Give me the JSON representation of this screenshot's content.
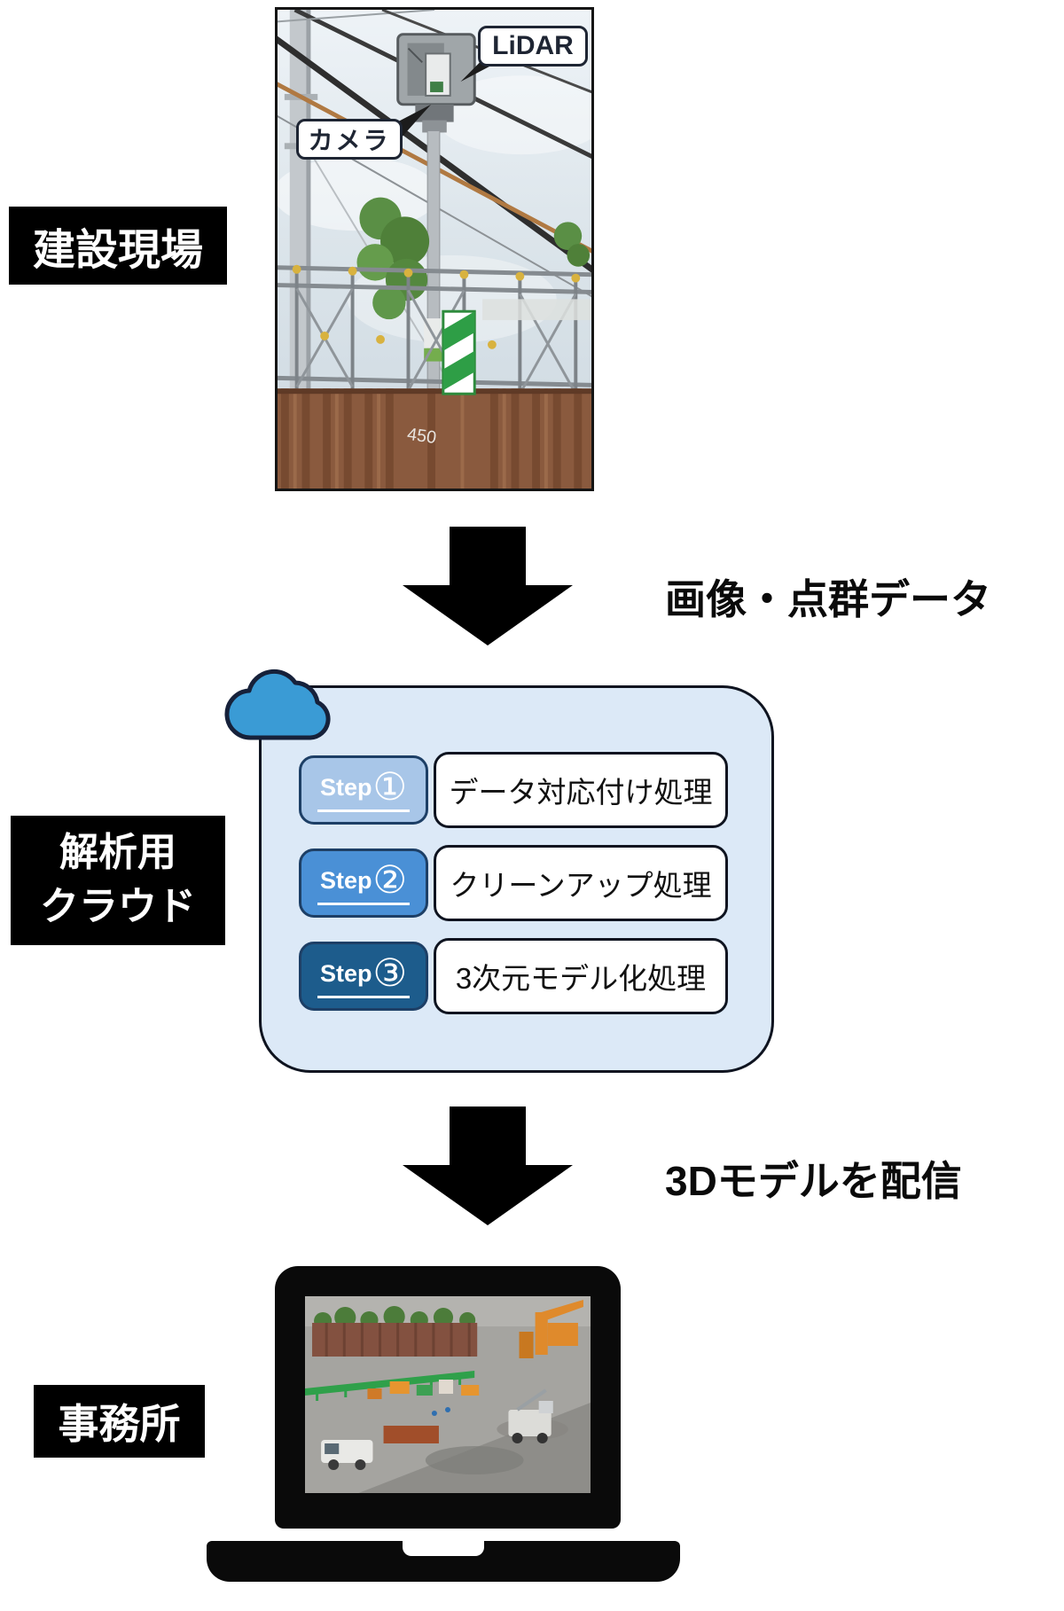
{
  "photo": {
    "lidar_callout": "LiDAR",
    "camera_callout": "カメラ",
    "wall_marking": "450"
  },
  "stage_labels": {
    "construction_site": "建設現場",
    "analysis_cloud": [
      "解析用",
      "クラウド"
    ],
    "office": "事務所"
  },
  "flow_labels": {
    "image_pointcloud": "画像・点群データ",
    "deliver_3d_model": "3Dモデルを配信"
  },
  "cloud_box": {
    "steps": [
      {
        "word": "Step",
        "num": "①",
        "label": "データ対応付け処理",
        "color": "#a8c6e8"
      },
      {
        "word": "Step",
        "num": "②",
        "label": "クリーンアップ処理",
        "color": "#4a90d6"
      },
      {
        "word": "Step",
        "num": "③",
        "label": "3次元モデル化処理",
        "color": "#1d5c8c"
      }
    ]
  },
  "icons": {
    "cloud": "cloud-icon",
    "down_arrow": "down-arrow-icon",
    "laptop": "laptop-icon"
  },
  "colors": {
    "arrow": "#000000",
    "label_bg": "#000000",
    "label_text": "#ffffff",
    "cloud_box_fill": "#dce9f7",
    "cloud_box_border": "#0f1420",
    "cloud_icon_fill": "#3a9bd5",
    "step_border": "#1d3f66",
    "callout_border": "#1e2533"
  }
}
